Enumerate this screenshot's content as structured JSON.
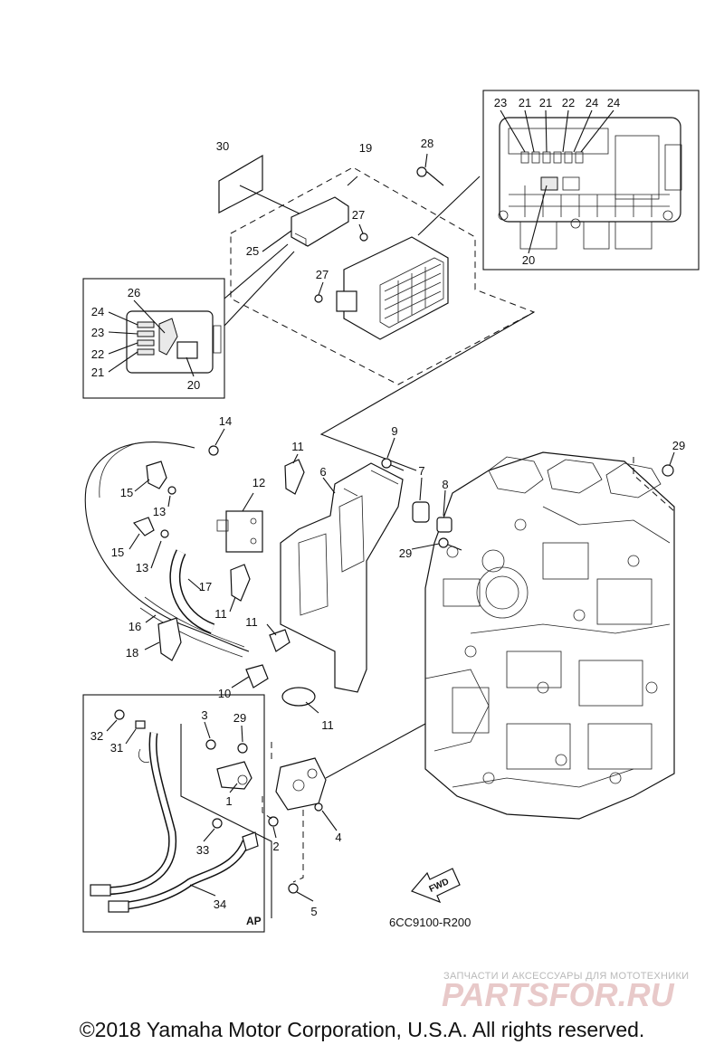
{
  "callouts": [
    "1",
    "2",
    "3",
    "4",
    "5",
    "6",
    "7",
    "8",
    "9",
    "10",
    "11",
    "12",
    "13",
    "14",
    "15",
    "16",
    "17",
    "18",
    "19",
    "20",
    "21",
    "22",
    "23",
    "24",
    "25",
    "26",
    "27",
    "28",
    "29",
    "30",
    "31",
    "32",
    "33",
    "34"
  ],
  "diagram_code": "6CC9100-R200",
  "fwd_label": "FWD",
  "ap_label": "AP",
  "watermark": {
    "tagline": "ЗАПЧАСТИ И АКСЕССУАРЫ ДЛЯ МОТОТЕХНИКИ",
    "brand": "PARTSFOR.RU"
  },
  "copyright": "©2018 Yamaha Motor Corporation, U.S.A. All rights reserved."
}
